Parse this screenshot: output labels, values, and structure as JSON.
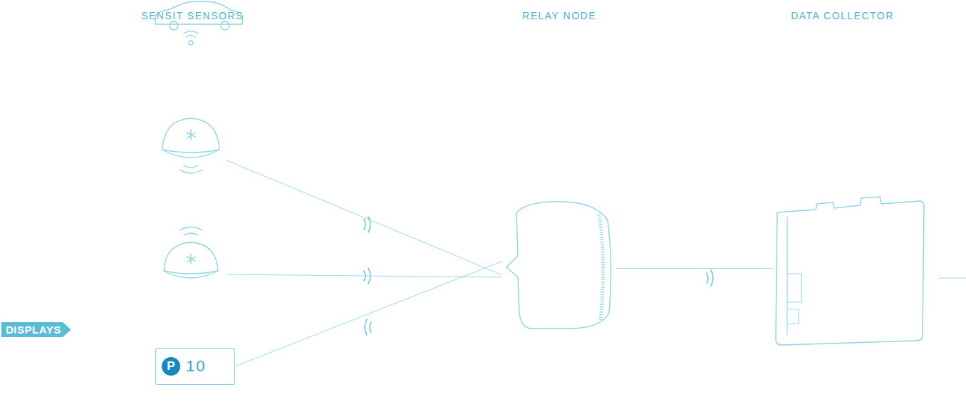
{
  "diagram": {
    "nodes": [
      {
        "text": [
          "RELAY NODE"
        ]
      },
      {
        "text": [
          "DATA COLLECTOR"
        ]
      },
      {
        "text": [
          "P",
          "10"
        ]
      },
      {
        "text": [
          "DISPLAYS"
        ]
      }
    ],
    "edges": [
      {
        "from": 2,
        "to": 0,
        "arrow": "none"
      },
      {
        "from": 0,
        "to": 1,
        "arrow": "none"
      }
    ],
    "labels": [
      "SENSIT SENSORS"
    ]
  }
}
